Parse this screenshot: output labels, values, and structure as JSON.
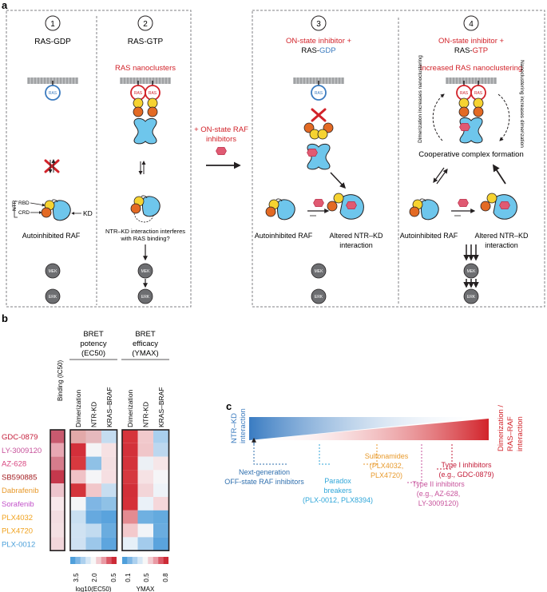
{
  "panel_a": {
    "letter": "a",
    "steps": [
      {
        "num": "1",
        "title": "RAS-GDP"
      },
      {
        "num": "2",
        "title": "RAS-GTP"
      },
      {
        "num": "3",
        "title_prefix": "ON-state inhibitor +",
        "title_ras": "RAS-",
        "title_state": "GDP"
      },
      {
        "num": "4",
        "title_prefix": "ON-state inhibitor +",
        "title_ras": "RAS-",
        "title_state": "GTP"
      }
    ],
    "ras_label": "RAS",
    "nanoclusters": "RAS nanoclusters",
    "increased_nanoclustering": "Increased RAS nanoclustering",
    "ntr_label": "NTR",
    "rbd_label": "RBD",
    "crd_label": "CRD",
    "kd_label": "KD",
    "autoinhibited_raf": "Autoinhibited RAF",
    "interference_line1": "NTR–KD interaction interferes",
    "interference_line2": "with RAS binding?",
    "inhibitors_line1": "+ ON-state RAF",
    "inhibitors_line2": "inhibitors",
    "altered_line1": "Altered NTR–KD",
    "altered_line2": "interaction",
    "cooperative": "Cooperative complex formation",
    "dimerization_increases": "Dimerization increases nanoclustering",
    "nanoclustering_increases": "Nanoclustering increases dimerization",
    "mek": "MEK",
    "erk": "ERK",
    "colors": {
      "red": "#d2232a",
      "blue": "#3b7bbf",
      "kinase": "#6ec6ec",
      "rbd": "#f6d331",
      "crd": "#e36a24"
    }
  },
  "panel_b": {
    "letter": "b",
    "headers": {
      "binding": "Binding (IC50)",
      "potency_l1": "BRET",
      "potency_l2": "potency",
      "potency_l3": "(EC50)",
      "efficacy_l1": "BRET",
      "efficacy_l2": "efficacy",
      "efficacy_l3": "(YMAX)",
      "columns": [
        "Dimerization",
        "NTR-KD",
        "KRAS–BRAF",
        "Dimerization",
        "NTR-KD",
        "KRAS–BRAF"
      ]
    },
    "compounds": [
      {
        "name": "GDC-0879",
        "color": "#c41e3a"
      },
      {
        "name": "LY-3009120",
        "color": "#c7529b"
      },
      {
        "name": "AZ-628",
        "color": "#d8457f"
      },
      {
        "name": "SB590885",
        "color": "#a31d21"
      },
      {
        "name": "Dabrafenib",
        "color": "#e89a2c"
      },
      {
        "name": "Sorafenib",
        "color": "#c252c9"
      },
      {
        "name": "PLX4032",
        "color": "#f0a21e"
      },
      {
        "name": "PLX4720",
        "color": "#f0a21e"
      },
      {
        "name": "PLX-0012",
        "color": "#4a9fd9"
      }
    ],
    "binding_cells": [
      "#c95a6f",
      "#e8a7b3",
      "#d67c8c",
      "#c5384c",
      "#edc4cc",
      "#f8e8eb",
      "#f3dde1",
      "#f4e0e3",
      "#f2d6db"
    ],
    "potency_cells": [
      [
        "#e2a9a9",
        "#e5b9bd",
        "#c5dcf0"
      ],
      [
        "#d32f3a",
        "#f4f4f6",
        "#f6e1e3"
      ],
      [
        "#d7393f",
        "#8fc1e6",
        "#f3dfe1"
      ],
      [
        "#f0c2c6",
        "#f5f5f7",
        "#f6dfe2"
      ],
      [
        "#d4343b",
        "#f1c7ca",
        "#c7ddf0"
      ],
      [
        "#f5f5f7",
        "#7fb6e4",
        "#8fc1e6"
      ],
      [
        "#c9dff1",
        "#66a9df",
        "#5aa3dd"
      ],
      [
        "#d0e2f2",
        "#c2dbf0",
        "#6aacdf"
      ],
      [
        "#cfe1f2",
        "#9cc7ea",
        "#5da5de"
      ]
    ],
    "efficacy_cells": [
      [
        "#d6343b",
        "#f1c9cc",
        "#a9cfee"
      ],
      [
        "#d3313a",
        "#f0c6c9",
        "#bcd7ef"
      ],
      [
        "#d4333b",
        "#ecf0f5",
        "#f6e6e8"
      ],
      [
        "#d6383f",
        "#f6e2e4",
        "#f5f5f7"
      ],
      [
        "#d22f38",
        "#f3d5d8",
        "#eef3f8"
      ],
      [
        "#d53039",
        "#eaf1f8",
        "#f5d7da"
      ],
      [
        "#e48b91",
        "#6fb0e1",
        "#64aade"
      ],
      [
        "#f3c9cc",
        "#f1f4f8",
        "#6aacdf"
      ],
      [
        "#e6f0f8",
        "#a3cbec",
        "#5aa3dd"
      ]
    ],
    "potency_scale": {
      "ticks": [
        "3.5",
        "2.0",
        "0.5"
      ],
      "label": "log10(EC50)"
    },
    "efficacy_scale": {
      "ticks": [
        "0.1",
        "0.5",
        "0.8"
      ],
      "label": "YMAX"
    },
    "scale_colors": [
      "#4f9fdb",
      "#7db6e5",
      "#acd0ee",
      "#d6e7f5",
      "#f7f7f7",
      "#f2cbd0",
      "#e99aa4",
      "#db5865",
      "#cc2a36"
    ]
  },
  "panel_c": {
    "letter": "c",
    "left_label_l1": "NTR–KD",
    "left_label_l2": "interaction",
    "right_label_l1": "Dimerization /",
    "right_label_l2": "RAS–RAF",
    "right_label_l3": "interaction",
    "groups": [
      {
        "lines": [
          "Next-generation",
          "OFF-state RAF inhibitors"
        ],
        "color": "#2f6fae"
      },
      {
        "lines": [
          "Paradox",
          "breakers",
          "(PLX-0012, PLX8394)"
        ],
        "color": "#2fa6d9"
      },
      {
        "lines": [
          "Sulfonamides",
          "(PLX4032,",
          "PLX4720)"
        ],
        "color": "#e89a2c"
      },
      {
        "lines": [
          "Type II inhibitors",
          "(e.g., AZ-628,",
          "LY-3009120)"
        ],
        "color": "#c7529b"
      },
      {
        "lines": [
          "Type I inhibitors",
          "(e.g., GDC-0879)"
        ],
        "color": "#c41e3a"
      }
    ]
  }
}
